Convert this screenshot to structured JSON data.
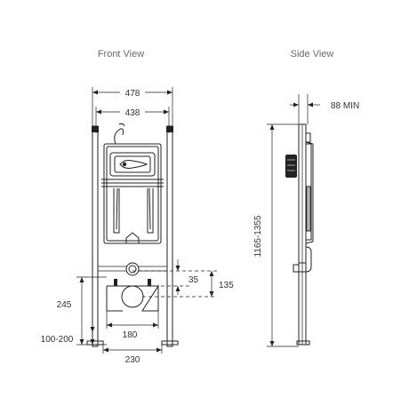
{
  "views": {
    "front": {
      "title": "Front View"
    },
    "side": {
      "title": "Side View"
    }
  },
  "dimensions": {
    "overall_width": "478",
    "inner_width": "438",
    "offset_35": "35",
    "offset_135": "135",
    "height_245": "245",
    "foot_height": "100-200",
    "hole_spacing": "180",
    "foot_spacing": "230",
    "frame_height": "1165-1355",
    "min_depth": "88 MIN"
  },
  "colors": {
    "line": "#222222",
    "title": "#6b6b6b",
    "label": "#333333"
  }
}
